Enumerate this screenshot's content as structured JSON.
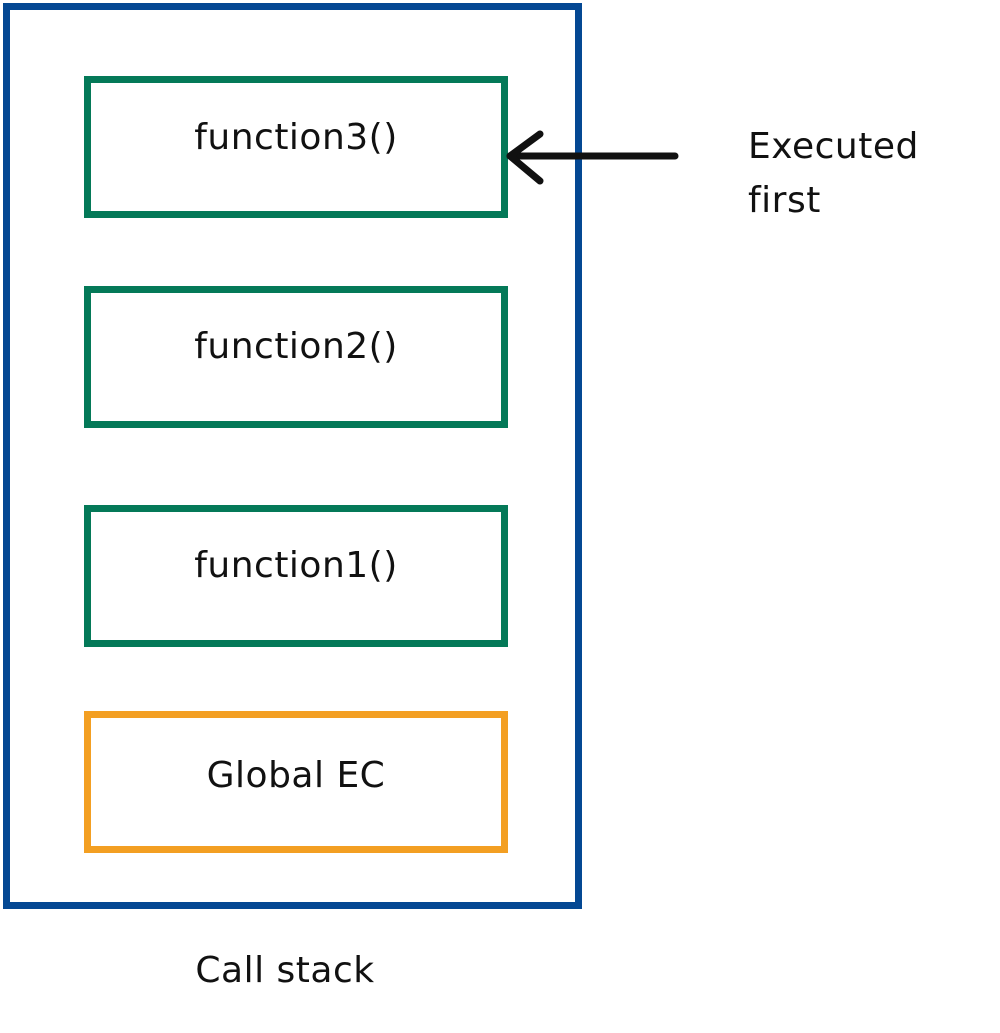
{
  "call_stack": {
    "label": "Call stack",
    "frames": [
      {
        "label": "function3()",
        "kind": "function"
      },
      {
        "label": "function2()",
        "kind": "function"
      },
      {
        "label": "function1()",
        "kind": "function"
      },
      {
        "label": "Global EC",
        "kind": "global"
      }
    ]
  },
  "annotation": {
    "line1": "Executed",
    "line2": "first"
  },
  "colors": {
    "stack_border": "#044893",
    "function_frame_border": "#047958",
    "global_frame_border": "#F39F22",
    "arrow": "#111111"
  }
}
